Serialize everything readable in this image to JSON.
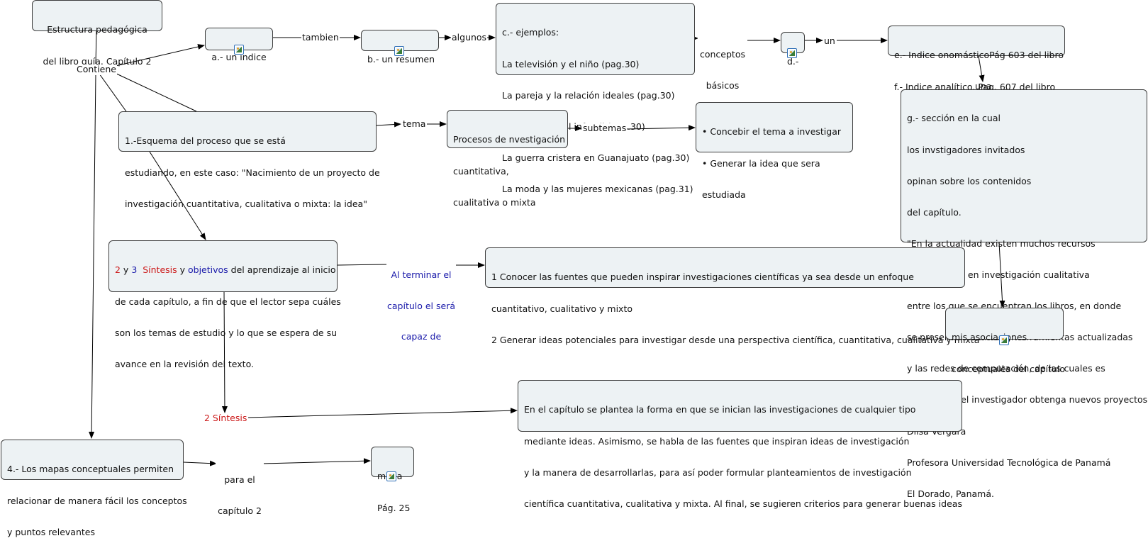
{
  "nodes": {
    "title": [
      "Estructura pedagógica",
      "del libro guía. Capítulo 2"
    ],
    "indice": "a.- un índice",
    "resumen": "b.- un resumen",
    "ejemplos": [
      "c.- ejemplos:",
      "La televisión y el niño (pag.30)",
      "La pareja y la relación ideales (pag.30)",
      "El abuso sexual infantil (pag.30)",
      "La guerra cristera en Guanajuato (pag.30)",
      "La moda y las mujeres mexicanas (pag.31)"
    ],
    "d": "d.-",
    "indices": [
      "e.- Indice onomásticoPág 603 del libro",
      "f.- Indice analítico. Pag. 607 del libro"
    ],
    "seccion": [
      "g.- sección en la cual",
      "los invstigadores invitados",
      "opinan sobre los contenidos",
      "del capítulo.",
      "\"En la actualidad existen muchos recursos",
      "para trabajar en investigación cualitativa",
      "entre los que se encuentran los libros, en donde",
      "se presentan tecnicas y herramientas actualizadas",
      "y las redes de computación, de las cuales es",
      "posible que el investigador obtenga nuevos proyectos\"",
      "Dilsa Vergara",
      "Profesora Universidad Tecnológica de Panamá",
      "El Dorado, Panamá."
    ],
    "esquema": [
      "1.-Esquema del proceso que se está",
      "estudiando, en este caso: \"Nacimiento de un proyecto de",
      "investigación cuantitativa, cualitativa o mixta: la idea\""
    ],
    "procesos": [
      "Procesos de nvestigación",
      "cuantitativa,",
      "cualitativa o mixta"
    ],
    "concebir": [
      "• Concebir el tema a investigar",
      "• Generar la idea que sera",
      "estudiada"
    ],
    "sintesis_obj": {
      "n2": "2",
      "y1": " y ",
      "n3": "3",
      "sintesis": "  Síntesis",
      "y2": " y ",
      "objetivos": "objetivos",
      "rest1": " del aprendizaje al inicio",
      "lines": [
        "de cada capítulo, a fin de que el lector sepa cuáles",
        "son los temas de estudio y lo que se espera de su",
        "avance en la revisión del texto."
      ]
    },
    "conocer": [
      "1 Conocer las fuentes que pueden inspirar investigaciones científicas ya sea desde un enfoque",
      "cuantitativo, cualitativo y mixto",
      "2 Generar ideas potenciales para investigar desde una perspectiva científica, cuantitativa, cualitativa y mixta"
    ],
    "asociaciones": [
      "mis asociaciones",
      "conceptuales del capítulo"
    ],
    "capitulo": [
      "En el capítulo se plantea la forma en que se inician las investigaciones de cualquier tipo",
      "mediante ideas. Asimismo, se habla de las fuentes que inspiran ideas de investigación",
      "y la manera de desarrollarlas, para así poder formular planteamientos de investigación",
      "científica cuantitativa, cualitativa y mixta. Al final, se sugieren criterios para generar buenas ideas"
    ],
    "mapas": [
      "4.- Los mapas conceptuales permiten",
      "relacionar de manera fácil los conceptos",
      "y puntos relevantes"
    ],
    "mapa": [
      "mapa",
      "Pág. 25"
    ]
  },
  "labels": {
    "contiene": "Contiene",
    "tambien": "tambien",
    "algunos": "algunos",
    "conceptos": [
      "conceptos",
      "básicos"
    ],
    "un": "un",
    "una": "una",
    "tema": "tema",
    "subtemas": "subtemas",
    "al_terminar": [
      "Al terminar el",
      "capítulo el será",
      "capaz de"
    ],
    "sintesis2": "2 Síntesis",
    "para_el": [
      "para el",
      "capítulo 2"
    ]
  },
  "icons": [
    "image-icon",
    "image-icon",
    "image-icon",
    "image-icon",
    "image-icon"
  ],
  "colors": {
    "node_fill": "#edf2f4",
    "node_border": "#3c3c3c",
    "highlight_red": "#cc1a1a",
    "highlight_blue": "#1a1aaa",
    "icon_blue": "#2f6fb6"
  }
}
